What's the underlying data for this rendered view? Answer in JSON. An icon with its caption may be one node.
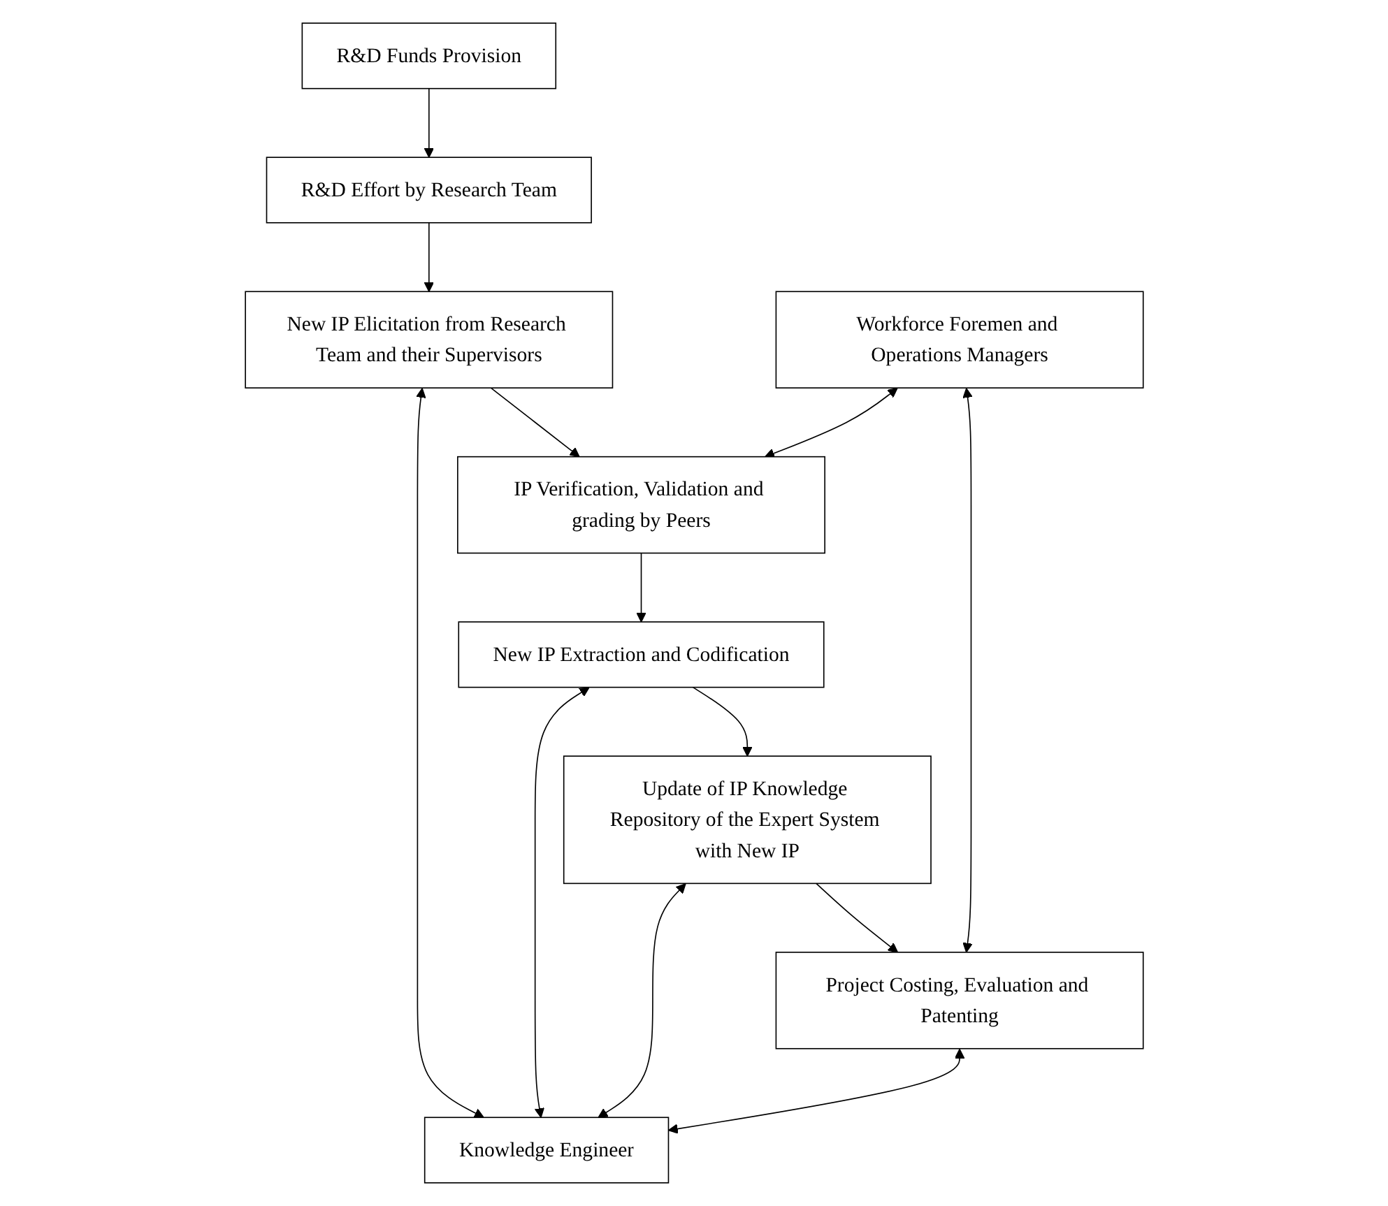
{
  "diagram": {
    "nodes": [
      {
        "text": [
          "Workforce Foremen and Operations Managers"
        ]
      },
      {
        "text": [
          "R&D Funds Provision"
        ]
      },
      {
        "text": [
          "R&D Effort by Research Team"
        ]
      },
      {
        "text": [
          "New IP Elicitation from Research Team and their Supervisors"
        ]
      },
      {
        "text": [
          "IP Verification, Validation and grading by Peers"
        ]
      },
      {
        "text": [
          "New IP Extraction and Codification"
        ]
      },
      {
        "text": [
          "Update of IP Knowledge Repository of the Expert System with New IP"
        ]
      },
      {
        "text": [
          "Project Costing, Evaluation and Patenting"
        ]
      },
      {
        "text": [
          "Knowledge Engineer"
        ]
      }
    ],
    "edges": [
      {
        "from": 1,
        "to": 2,
        "arrow": "to"
      },
      {
        "from": 2,
        "to": 3,
        "arrow": "to"
      },
      {
        "from": 3,
        "to": 8,
        "arrow": "both"
      },
      {
        "from": 3,
        "to": 4,
        "arrow": "to"
      },
      {
        "from": 0,
        "to": 4,
        "arrow": "both"
      },
      {
        "from": 4,
        "to": 5,
        "arrow": "to"
      },
      {
        "from": 5,
        "to": 8,
        "arrow": "both"
      },
      {
        "from": 5,
        "to": 6,
        "arrow": "to"
      },
      {
        "from": 6,
        "to": 8,
        "arrow": "both"
      },
      {
        "from": 6,
        "to": 7,
        "arrow": "to"
      },
      {
        "from": 0,
        "to": 7,
        "arrow": "both"
      },
      {
        "from": 7,
        "to": 8,
        "arrow": "both"
      }
    ]
  }
}
